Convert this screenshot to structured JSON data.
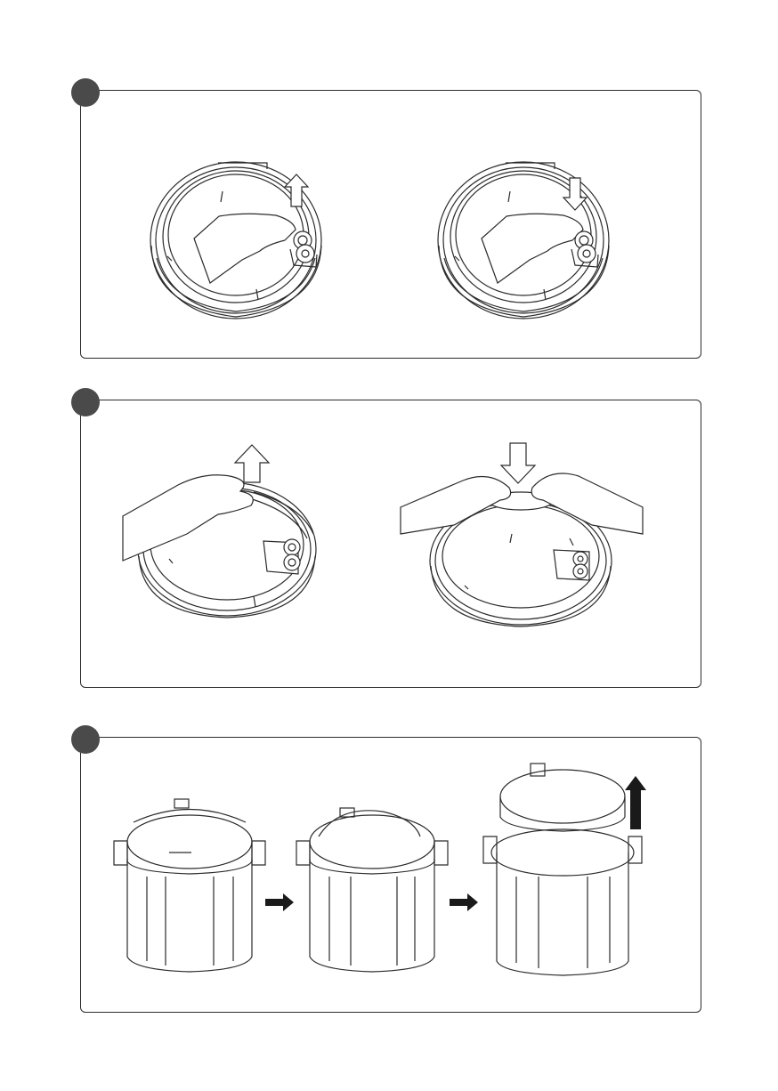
{
  "document": {
    "page_number": ""
  },
  "steps": [
    {
      "id": 1,
      "label": "",
      "illustrations": [
        "lid-handle-lift-up",
        "lid-handle-press-down"
      ],
      "arrows": [
        "up-arrow-icon",
        "down-arrow-icon"
      ]
    },
    {
      "id": 2,
      "label": "",
      "illustrations": [
        "hands-remove-sealing-ring",
        "hands-install-sealing-ring"
      ],
      "arrows": [
        "up-arrow-icon",
        "down-arrow-icon"
      ]
    },
    {
      "id": 3,
      "label": "",
      "illustrations": [
        "pressure-cooker-closed",
        "pressure-cooker-lid-turned",
        "pressure-cooker-lid-lifted"
      ],
      "arrows": [
        "right-arrow-icon",
        "right-arrow-icon",
        "up-arrow-icon"
      ]
    }
  ],
  "colors": {
    "line": "#2b2b2b",
    "badge": "#4a4a4a",
    "arrow_fill": "#1a1a1a",
    "background": "#ffffff"
  }
}
